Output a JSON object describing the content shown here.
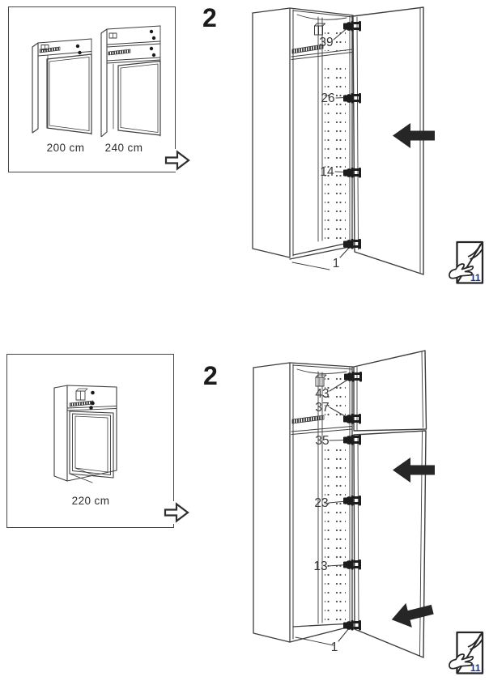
{
  "top_section": {
    "step_number": "2",
    "size_variants": [
      "200 cm",
      "240 cm"
    ],
    "hinge_position_labels": [
      "39",
      "26",
      "14",
      "1"
    ],
    "page_reference": "11"
  },
  "bottom_section": {
    "step_number": "2",
    "size_variants": [
      "220 cm"
    ],
    "hinge_position_labels": [
      "43",
      "37",
      "35",
      "23",
      "13",
      "1"
    ],
    "page_reference": "11"
  },
  "colors": {
    "line": "#3d3d3d",
    "arrow_fill": "#262626",
    "page_reference_text": "#23356b"
  }
}
